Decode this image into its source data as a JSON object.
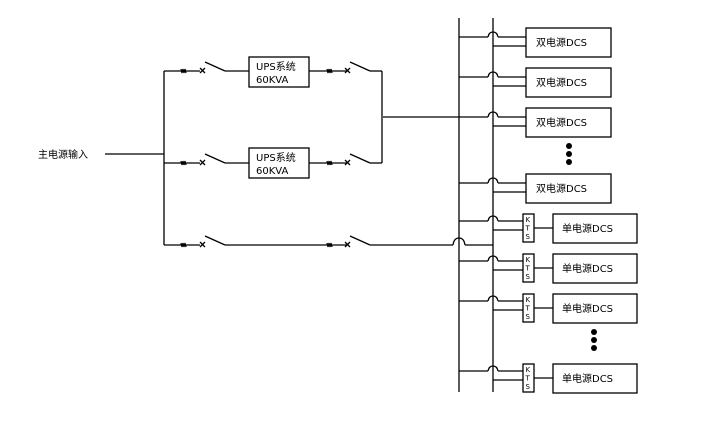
{
  "diagram": {
    "main_input_label": "主电源输入",
    "ups_units": [
      {
        "line1": "UPS系统",
        "line2": "60KVA"
      },
      {
        "line1": "UPS系统",
        "line2": "60KVA"
      }
    ],
    "dual_power_loads": [
      {
        "label": "双电源DCS"
      },
      {
        "label": "双电源DCS"
      },
      {
        "label": "双电源DCS"
      },
      {
        "label": "双电源DCS"
      }
    ],
    "single_power_loads": [
      {
        "label": "单电源DCS",
        "switch_label": "KTS"
      },
      {
        "label": "单电源DCS",
        "switch_label": "KTS"
      },
      {
        "label": "单电源DCS",
        "switch_label": "KTS"
      },
      {
        "label": "单电源DCS",
        "switch_label": "KTS"
      }
    ],
    "ellipsis_after_dual_index": 2,
    "ellipsis_after_single_index": 2
  }
}
